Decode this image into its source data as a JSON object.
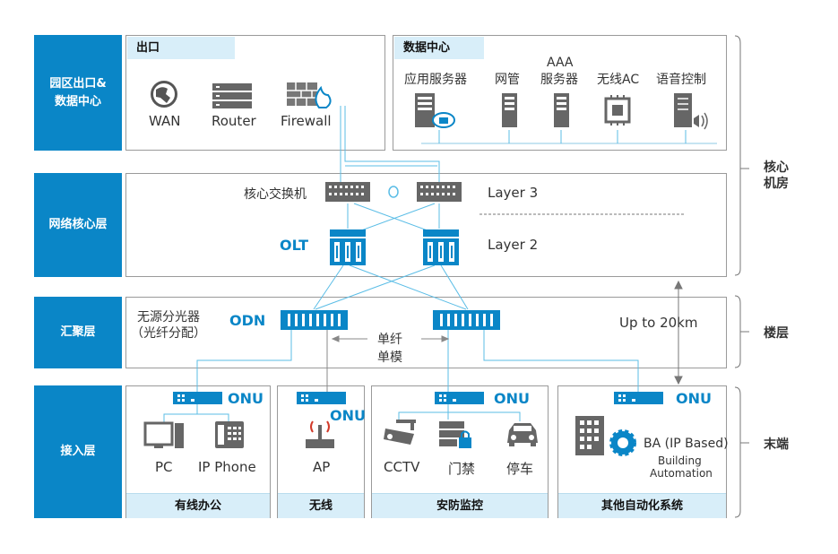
{
  "layers": {
    "campus_exit": "园区出口&\n数据中心",
    "network_core": "网络核心层",
    "aggregation": "汇聚层",
    "access": "接入层"
  },
  "exit_panel": {
    "title": "出口",
    "wan": "WAN",
    "router": "Router",
    "firewall": "Firewall"
  },
  "dc_panel": {
    "title": "数据中心",
    "app_server": "应用服务器",
    "netmgmt": "网管",
    "aaa_line1": "AAA",
    "aaa_line2": "服务器",
    "wireless_ac": "无线AC",
    "voice": "语音控制"
  },
  "core": {
    "core_switch": "核心交换机",
    "layer3": "Layer 3",
    "olt": "OLT",
    "layer2": "Layer 2"
  },
  "aggregation": {
    "splitter_line1": "无源分光器",
    "splitter_line2": "（光纤分配）",
    "odn": "ODN",
    "single_fiber": "单纤",
    "single_mode": "单模",
    "distance": "Up to 20km"
  },
  "access": {
    "onu": "ONU",
    "office": {
      "pc": "PC",
      "phone": "IP Phone",
      "bar": "有线办公"
    },
    "wireless": {
      "ap": "AP",
      "bar": "无线"
    },
    "security": {
      "cctv": "CCTV",
      "door": "门禁",
      "parking": "停车",
      "bar": "安防监控"
    },
    "automation": {
      "ba": "BA (IP Based)",
      "ba_sub1": "Building",
      "ba_sub2": "Automation",
      "bar": "其他自动化系统"
    }
  },
  "side": {
    "core_room_1": "核心",
    "core_room_2": "机房",
    "floor": "楼层",
    "terminal": "末端"
  },
  "colors": {
    "accent": "#0a86c7",
    "light": "#d8eef9",
    "line": "#5bbde6",
    "gray": "#8a8a8a"
  }
}
